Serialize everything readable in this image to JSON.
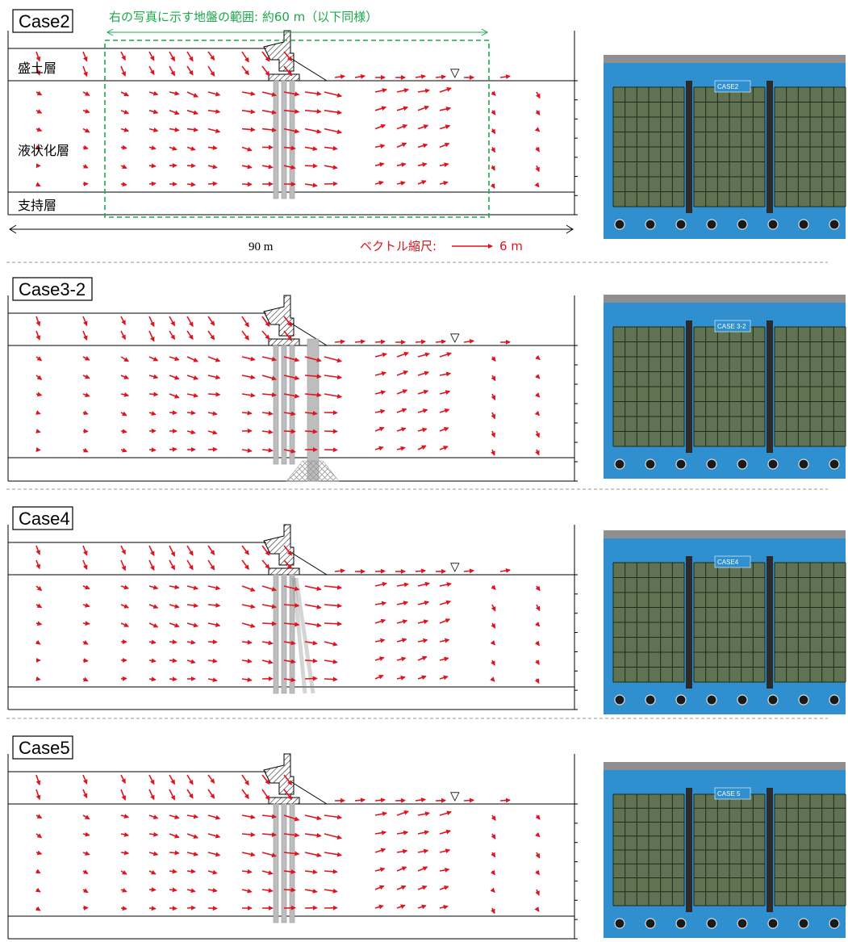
{
  "cases": [
    {
      "id": "case2",
      "label": "Case2",
      "photo_label": "CASE2",
      "has_layer_labels": true,
      "pile_type": "basic"
    },
    {
      "id": "case3-2",
      "label": "Case3-2",
      "photo_label": "CASE 3-2",
      "has_layer_labels": false,
      "pile_type": "wall"
    },
    {
      "id": "case4",
      "label": "Case4",
      "photo_label": "CASE4",
      "has_layer_labels": false,
      "pile_type": "inclined"
    },
    {
      "id": "case5",
      "label": "Case5",
      "photo_label": "CASE 5",
      "has_layer_labels": false,
      "pile_type": "basic"
    }
  ],
  "layers": {
    "embankment": "盛土層",
    "liquefiable": "液状化層",
    "bearing": "支持層"
  },
  "annotations": {
    "photo_range": "右の写真に示す地盤の範囲: 約60 m（以下同様）",
    "total_width": "90 m",
    "vector_scale_label": "ベクトル縮尺:",
    "vector_scale_value": "6 m",
    "water_level_symbol": "▽"
  },
  "colors": {
    "vector": "#e0141e",
    "range_box": "#1aa84a",
    "pile": "#bdbdbd",
    "photo_frame": "#2f8fcf",
    "photo_panel": "#5f7353"
  }
}
